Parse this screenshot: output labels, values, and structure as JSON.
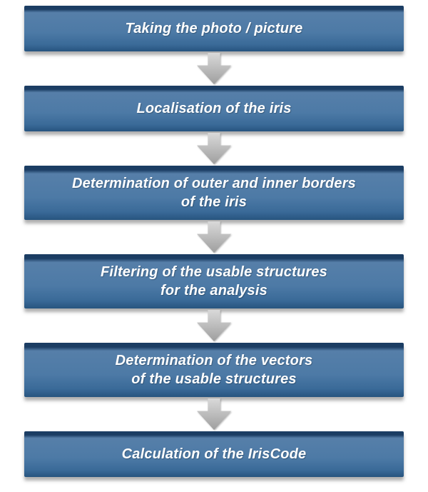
{
  "diagram": {
    "type": "flowchart",
    "orientation": "vertical",
    "steps": [
      {
        "label": "Taking the photo / picture"
      },
      {
        "label": "Localisation of the iris"
      },
      {
        "label": "Determination of outer and inner borders\nof the iris"
      },
      {
        "label": "Filtering of the usable structures\nfor the analysis"
      },
      {
        "label": "Determination of the vectors\nof the usable structures"
      },
      {
        "label": "Calculation of the IrisCode"
      }
    ],
    "connector_icon": "down-block-arrow",
    "colors": {
      "bar_top_edge": "#1b3d63",
      "bar_body": "#4d7aa6",
      "bar_bottom_edge": "#27547f",
      "bar_text": "#ffffff",
      "arrow_fill": "#bfbfbf",
      "background": "#ffffff"
    }
  }
}
